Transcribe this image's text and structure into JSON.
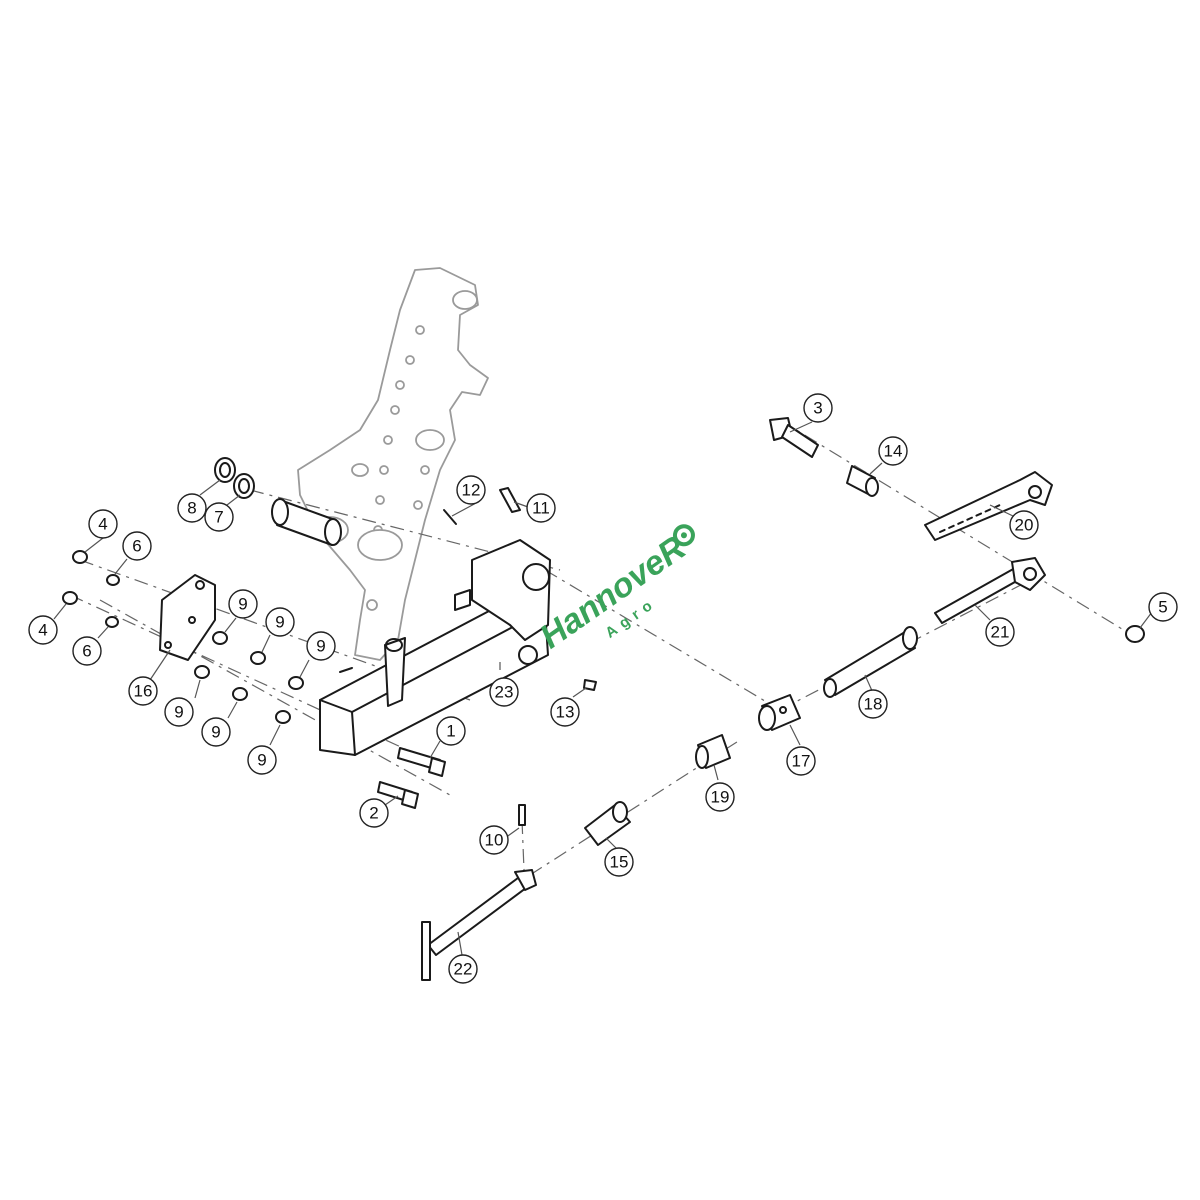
{
  "diagram": {
    "callouts": [
      {
        "label": "1"
      },
      {
        "label": "2"
      },
      {
        "label": "3"
      },
      {
        "label": "4"
      },
      {
        "label": "4"
      },
      {
        "label": "5"
      },
      {
        "label": "6"
      },
      {
        "label": "6"
      },
      {
        "label": "7"
      },
      {
        "label": "8"
      },
      {
        "label": "9"
      },
      {
        "label": "9"
      },
      {
        "label": "9"
      },
      {
        "label": "9"
      },
      {
        "label": "9"
      },
      {
        "label": "9"
      },
      {
        "label": "10"
      },
      {
        "label": "11"
      },
      {
        "label": "12"
      },
      {
        "label": "13"
      },
      {
        "label": "14"
      },
      {
        "label": "15"
      },
      {
        "label": "16"
      },
      {
        "label": "17"
      },
      {
        "label": "18"
      },
      {
        "label": "19"
      },
      {
        "label": "20"
      },
      {
        "label": "21"
      },
      {
        "label": "22"
      },
      {
        "label": "23"
      }
    ]
  },
  "watermark": {
    "brand": "HannoveR",
    "sub": "Agro",
    "color": "#3aa35a"
  }
}
